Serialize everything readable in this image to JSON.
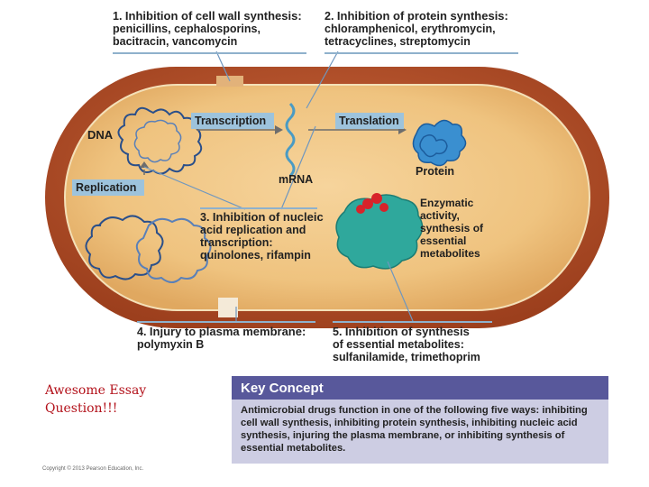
{
  "callouts": {
    "c1": {
      "num": "1.",
      "title": "Inhibition of cell wall synthesis:",
      "lines": [
        "penicillins, cephalosporins,",
        "bacitracin, vancomycin"
      ]
    },
    "c2": {
      "num": "2.",
      "title": "Inhibition of protein synthesis:",
      "lines": [
        "chloramphenicol, erythromycin,",
        "tetracyclines, streptomycin"
      ]
    },
    "c3": {
      "num": "3.",
      "title": "Inhibition of nucleic",
      "lines": [
        "acid replication and",
        "transcription:",
        "quinolones, rifampin"
      ]
    },
    "c4": {
      "num": "4.",
      "title": "Injury to plasma membrane:",
      "lines": [
        "polymyxin B"
      ]
    },
    "c5": {
      "num": "5.",
      "title": "Inhibition of synthesis",
      "lines": [
        "of essential metabolites:",
        "sulfanilamide, trimethoprim"
      ]
    }
  },
  "labels": {
    "dna": "DNA",
    "transcription": "Transcription",
    "translation": "Translation",
    "mrna": "mRNA",
    "protein": "Protein",
    "replication": "Replication",
    "enzymatic": [
      "Enzymatic",
      "activity,",
      "synthesis of",
      "essential",
      "metabolites"
    ]
  },
  "essay": [
    "Awesome Essay",
    "Question!!!"
  ],
  "key_concept": {
    "title": "Key Concept",
    "body": "Antimicrobial drugs function in one of the following five ways: inhibiting cell wall synthesis, inhibiting protein synthesis, inhibiting nucleic acid synthesis, injuring the plasma membrane, or inhibiting synthesis of essential metabolites."
  },
  "copyright": "Copyright © 2013 Pearson Education, Inc.",
  "colors": {
    "cell_wall": "#b8512a",
    "cytoplasm": "#f1c98c",
    "label_box": "#9dc3dc",
    "key_header": "#58589b",
    "key_bg": "#cdcde3",
    "essay_text": "#b3121b"
  }
}
